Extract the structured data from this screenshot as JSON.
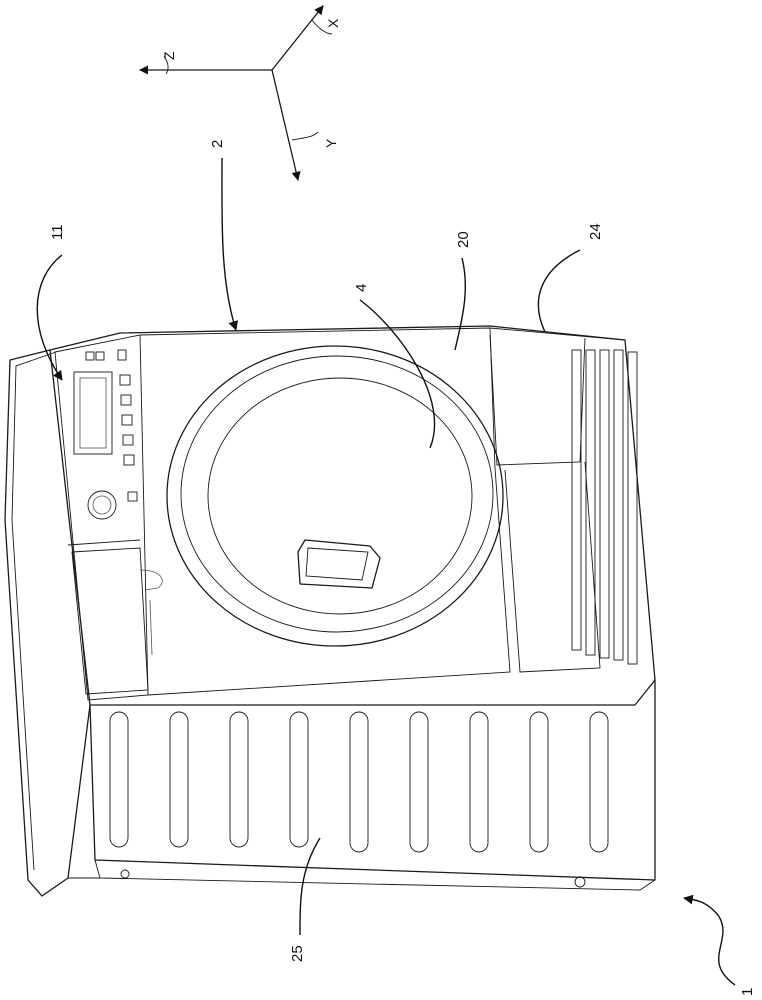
{
  "labels": {
    "ref_1": "1",
    "ref_2": "2",
    "ref_4": "4",
    "ref_11": "11",
    "ref_20": "20",
    "ref_24": "24",
    "ref_25": "25"
  },
  "axes": {
    "x": "X",
    "y": "Y",
    "z": "Z"
  }
}
